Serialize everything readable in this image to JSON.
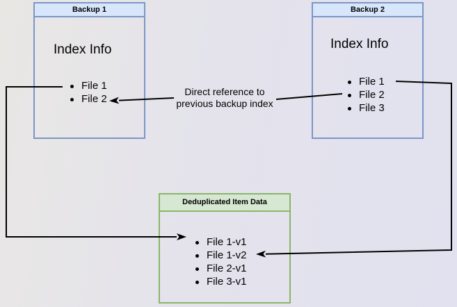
{
  "diagram": {
    "backup1": {
      "title": "Backup 1",
      "label": "Index Info",
      "files": [
        "File 1",
        "File 2"
      ]
    },
    "backup2": {
      "title": "Backup 2",
      "label": "Index Info",
      "files": [
        "File 1",
        "File 2",
        "File 3"
      ]
    },
    "dedup": {
      "title": "Deduplicated Item Data",
      "files": [
        "File 1-v1",
        "File 1-v2",
        "File 2-v1",
        "File 3-v1"
      ]
    },
    "edge_label": {
      "line1": "Direct reference to",
      "line2": "previous backup index"
    },
    "colors": {
      "blue_header": "#d8e6fb",
      "blue_border": "#7a96c6",
      "green_header": "#d6e8d2",
      "green_border": "#8ab568",
      "connector": "#000000"
    }
  }
}
